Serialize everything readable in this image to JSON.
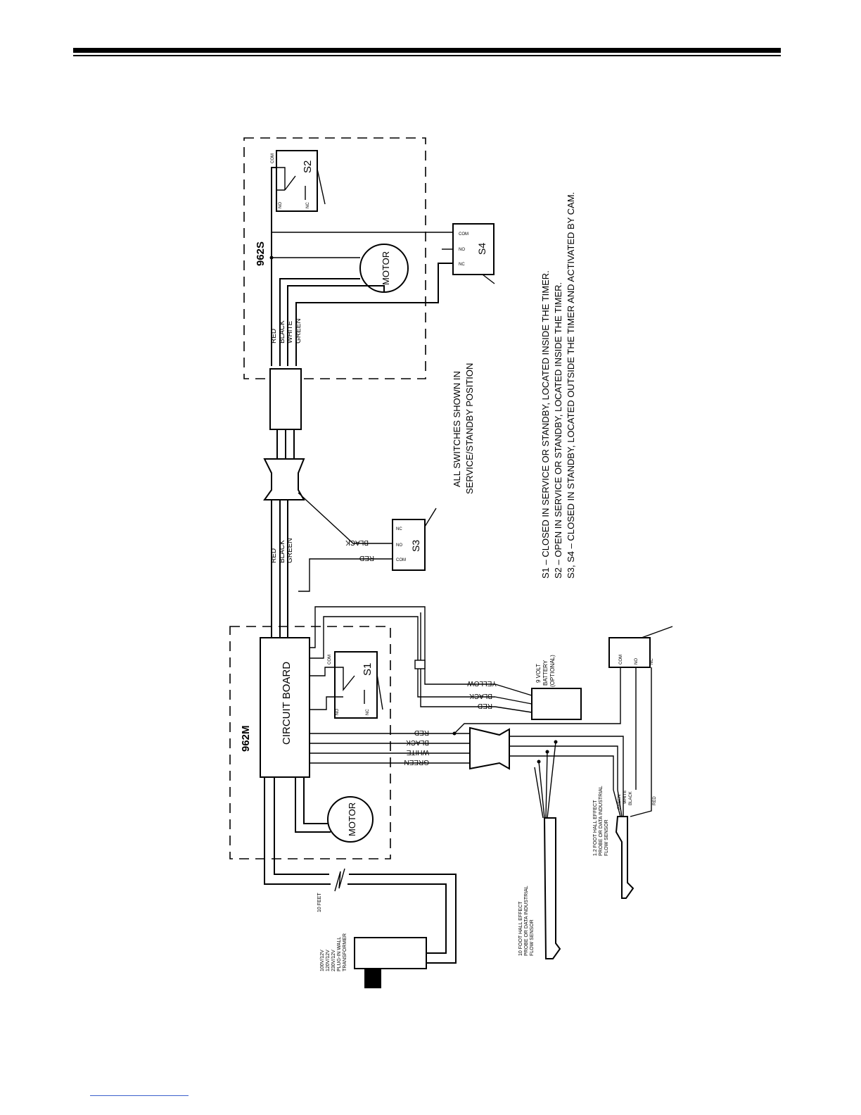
{
  "enclosures": {
    "slave": "962S",
    "master": "962M"
  },
  "components": {
    "circuit_board": "CIRCUIT BOARD",
    "motor": "MOTOR",
    "switch_s1": "S1",
    "switch_s2": "S2",
    "switch_s3": "S3",
    "switch_s4": "S4",
    "terminal_com": "COM",
    "terminal_no": "NO",
    "terminal_nc": "NC"
  },
  "wires": {
    "red": "RED",
    "black": "BLACK",
    "white": "WHITE",
    "green": "GREEN",
    "yellow": "YELLOW"
  },
  "battery": {
    "line1": "9 VOLT",
    "line2": "BATTERY",
    "line3": "(OPTIONAL)"
  },
  "transformer": {
    "line1": "100V/12V",
    "line2": "120V/12V",
    "line3": "230V/12V",
    "line4": "PLUG-IN WALL",
    "line5": "TRANSFORMER"
  },
  "cable_length": "10 FEET",
  "sensor_10ft": {
    "line1": "10 FOOT HALL EFFECT",
    "line2": "PROBE OR DATA INDUSTRIAL",
    "line3": "FLOW SENSOR"
  },
  "sensor_12ft": {
    "line1": "1.2 FOOT HALL EFFECT",
    "line2": "PROBE OR DATA INDUSTRIAL",
    "line3": "FLOW SENSOR"
  },
  "switch_note": {
    "line1": "ALL SWITCHES SHOWN IN",
    "line2": "SERVICE/STANDBY POSITION"
  },
  "legend": {
    "s1": "S1 – CLOSED IN SERVICE OR STANDBY, LOCATED INSIDE THE TIMER.",
    "s2": "S2 – OPEN IN SERVICE OR STANDBY, LOCATED INSIDE THE TIMER.",
    "s3s4": "S3, S4 – CLOSED IN STANDBY, LOCATED OUTSIDE THE TIMER AND ACTIVATED BY CAM."
  }
}
